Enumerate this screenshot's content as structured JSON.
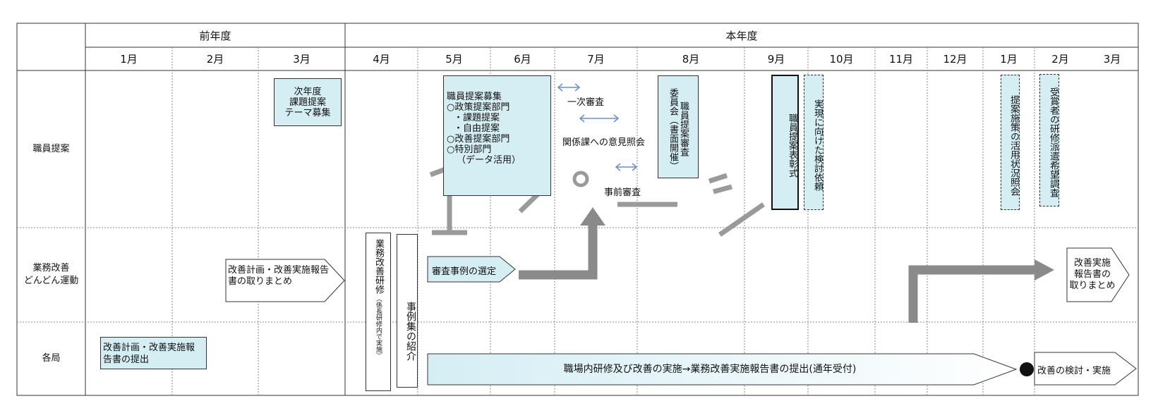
{
  "headers": {
    "prev_year": "前年度",
    "this_year": "本年度",
    "months": [
      "1月",
      "2月",
      "3月",
      "4月",
      "5月",
      "6月",
      "7月",
      "8月",
      "9月",
      "10月",
      "11月",
      "12月",
      "1月",
      "2月",
      "3月"
    ]
  },
  "rows": {
    "staff_proposal": "職員提案",
    "improvement_line1": "業務改善",
    "improvement_line2": "どんどん運動",
    "bureaus": "各局"
  },
  "items": {
    "next_year_theme": [
      "次年度",
      "課題提案",
      "テーマ募集"
    ],
    "recruitment": [
      "職員提案募集",
      "○政策提案部門",
      "・課題提案",
      "・自由提案",
      "○改善提案部門",
      "○特別部門",
      "（データ活用）"
    ],
    "first_review": "一次審査",
    "dept_inquiry": "関係課への意見照会",
    "pre_review": "事前審査",
    "committee_a": "職員提案審査",
    "committee_b": "委員会（書面開催）",
    "award": "職員提案表彰式",
    "implementation_request": "実現に向けた検討依頼",
    "usage_survey": "提案施策の活用状況照会",
    "training_survey": "受賞者の研修派遣希望調査",
    "plan_compile": [
      "改善計画・改善実施報告",
      "書の取りまとめ"
    ],
    "training": "業務改善研修",
    "training_note": "（係長研修内で実施）",
    "casebook": "事例集の紹介",
    "case_select": "審査事例の選定",
    "final_compile": [
      "改善実施",
      "報告書の",
      "取りまとめ"
    ],
    "plan_submit": [
      "改善計画・改善実施報",
      "告書の提出"
    ],
    "workplace": "職場内研修及び改善の実施→業務改善実施報告書の提出(通年受付)",
    "review_impl": "改善の検討・実施",
    "watermark": "イページ"
  },
  "colors": {
    "box_fill": "#d5eef4",
    "border": "#333333",
    "grid_dotted": "#888888",
    "arrow_gray": "#888888",
    "watermark": "#9a9a9a"
  }
}
